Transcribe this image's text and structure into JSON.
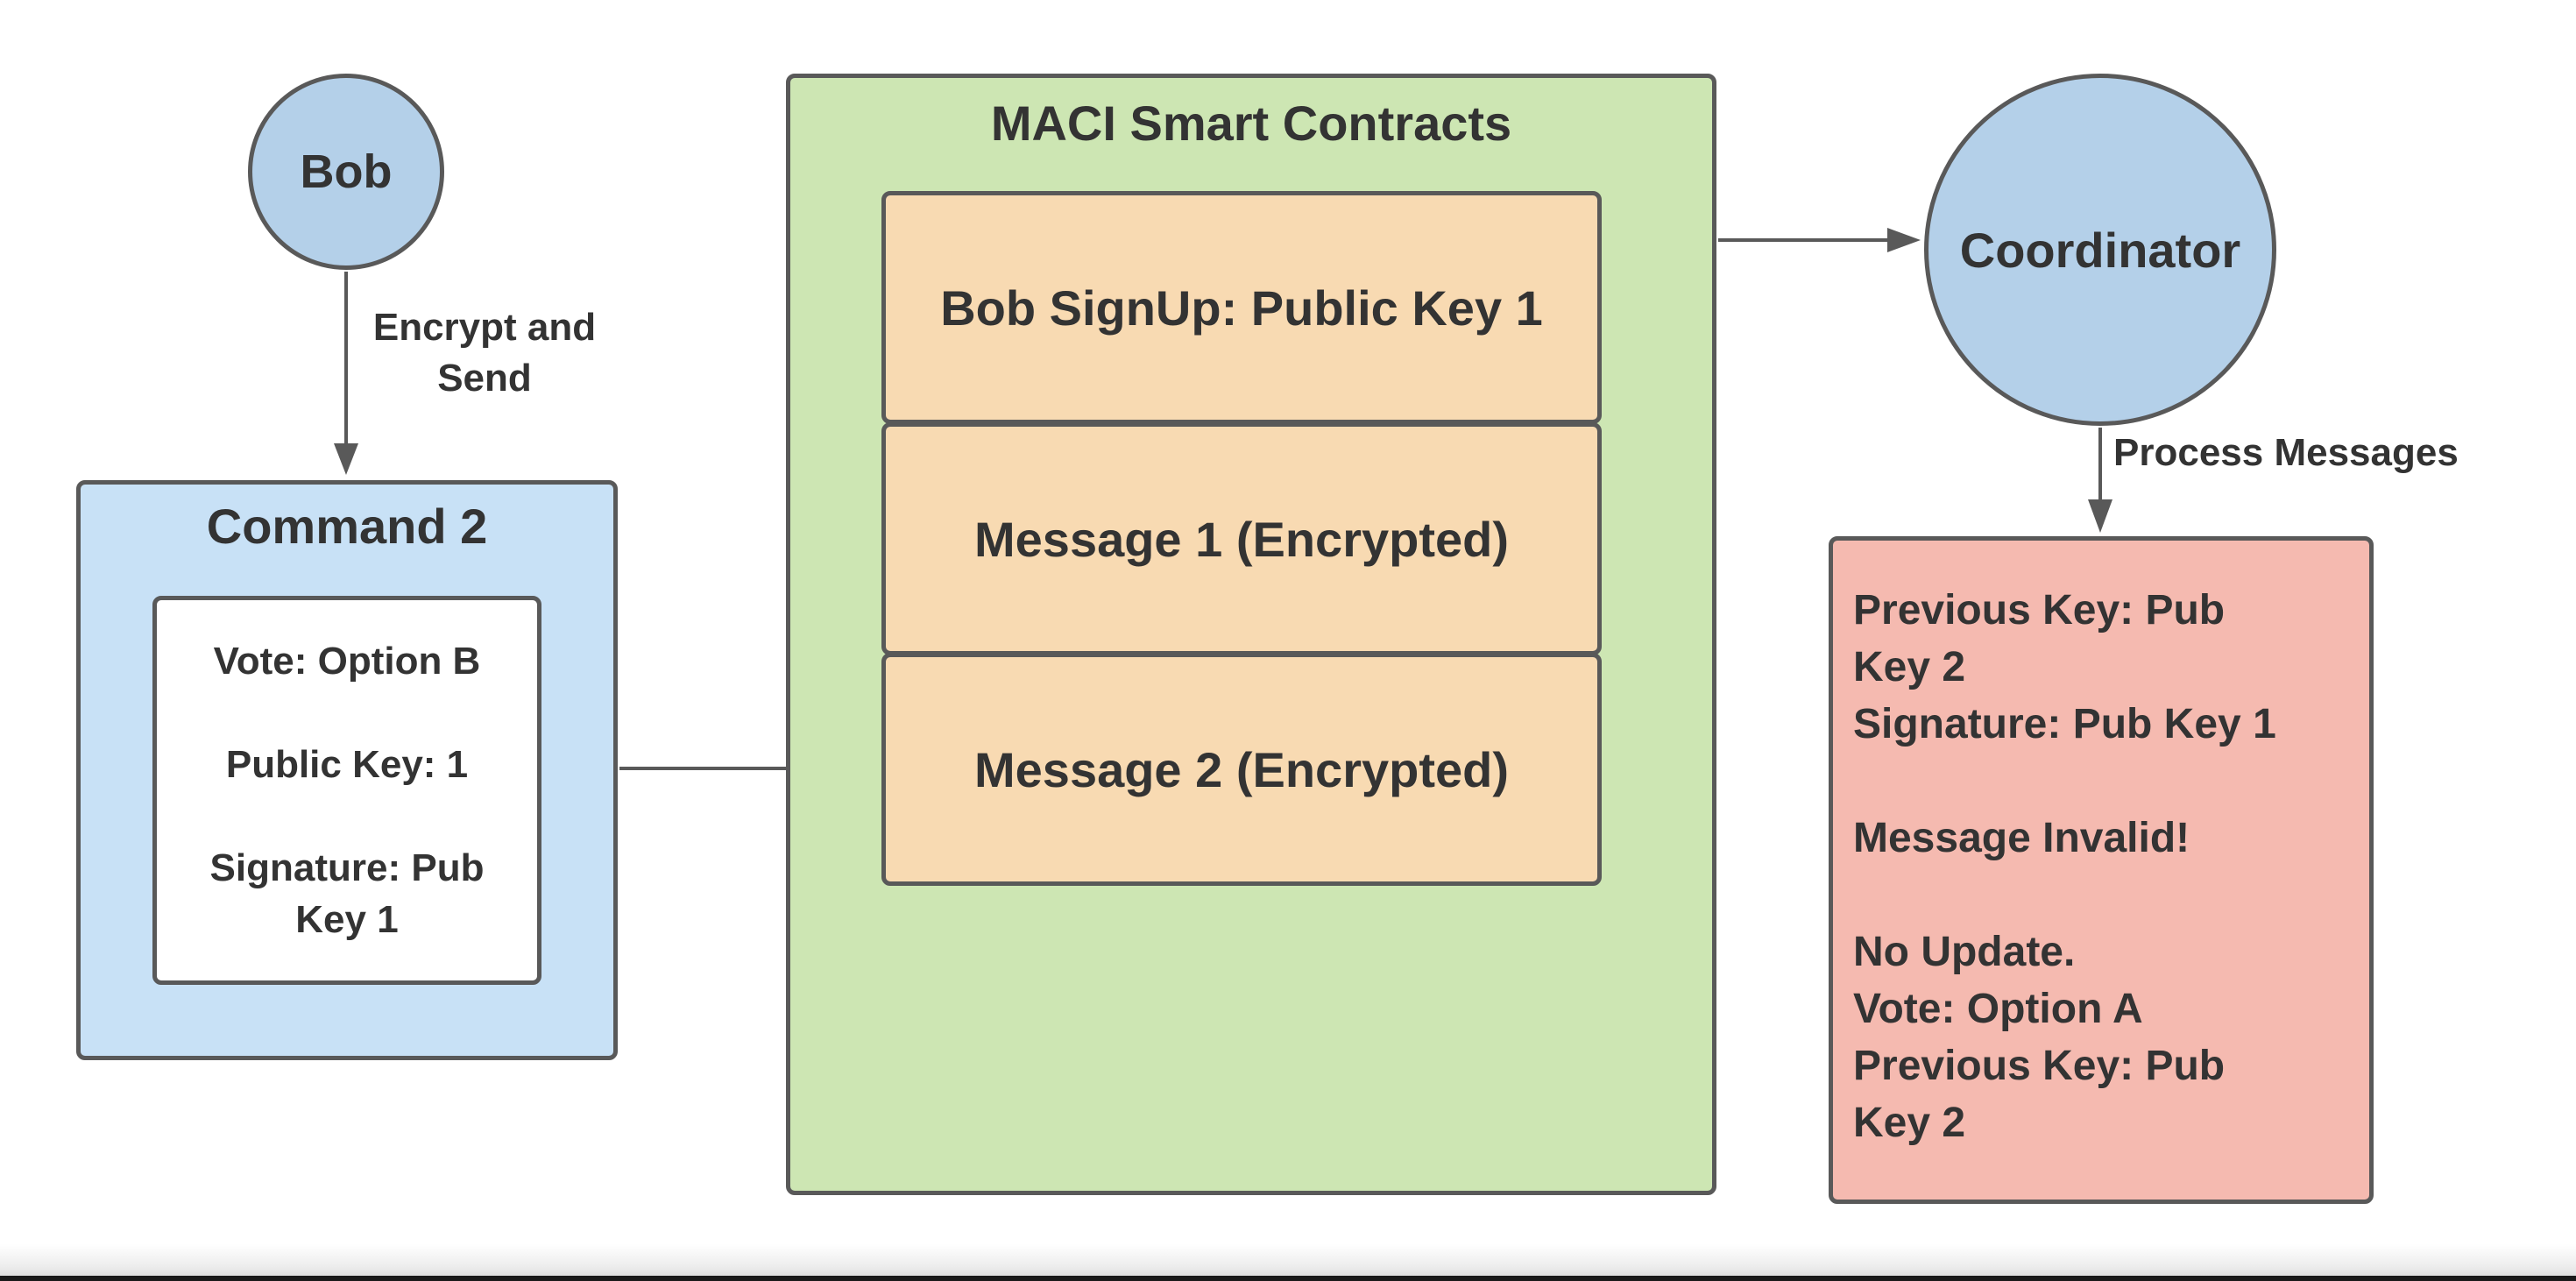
{
  "nodes": {
    "bob": "Bob",
    "coordinator": "Coordinator"
  },
  "edge_labels": {
    "encrypt_line1": "Encrypt and",
    "encrypt_line2": "Send",
    "process": "Process Messages"
  },
  "command": {
    "title": "Command 2",
    "vote": "Vote: Option B",
    "public_key": "Public Key: 1",
    "signature": "Signature: Pub Key 1"
  },
  "maci": {
    "title": "MACI Smart Contracts",
    "messages": [
      "Bob SignUp: Public Key 1",
      "Message 1 (Encrypted)",
      "Message 2 (Encrypted)"
    ]
  },
  "result": {
    "previous_key_line1": "Previous Key: Pub",
    "previous_key_line2": "Key 2",
    "signature": "Signature: Pub Key 1",
    "status": "Message Invalid!",
    "no_update": "No Update.",
    "vote": "Vote: Option A",
    "final_previous_key_line1": "Previous Key: Pub",
    "final_previous_key_line2": "Key 2"
  },
  "colors": {
    "circle_fill": "#b4d0e9",
    "command_fill": "#c8e1f6",
    "maci_fill": "#cde6b3",
    "message_fill": "#f8dab2",
    "result_fill": "#f5bab0",
    "stroke": "#595959"
  }
}
